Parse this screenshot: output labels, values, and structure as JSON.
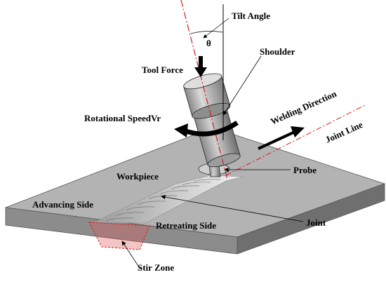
{
  "diagram": {
    "labels": {
      "tilt_angle": "Tilt Angle",
      "theta": "θ",
      "shoulder": "Shoulder",
      "tool_force": "Tool Force",
      "rotational_speed": "Rotational SpeedVr",
      "welding_direction": "Welding Direction",
      "joint_line": "Joint Line",
      "workpiece": "Workpiece",
      "probe": "Probe",
      "advancing_side": "Advancing Side",
      "retreating_side": "Retreating Side",
      "joint": "Joint",
      "stir_zone": "Stir Zone"
    },
    "colors": {
      "plate_top": "#b3b3b3",
      "plate_front": "#8c8c8c",
      "plate_side": "#6f6f6f",
      "axis_red": "#d42020",
      "stir_zone": "#e05a5a"
    }
  }
}
